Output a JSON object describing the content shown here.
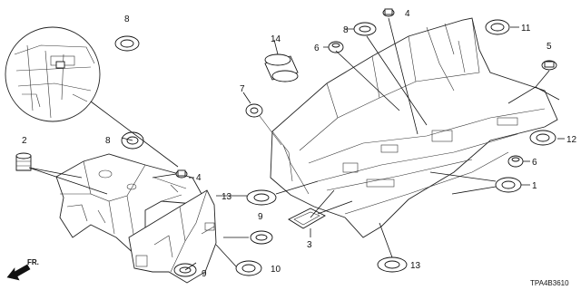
{
  "diagram": {
    "callouts": [
      {
        "id": "c1",
        "text": "1"
      },
      {
        "id": "c2",
        "text": "2"
      },
      {
        "id": "c3",
        "text": "3"
      },
      {
        "id": "c4a",
        "text": "4"
      },
      {
        "id": "c4b",
        "text": "4"
      },
      {
        "id": "c5",
        "text": "5"
      },
      {
        "id": "c6a",
        "text": "6"
      },
      {
        "id": "c6b",
        "text": "6"
      },
      {
        "id": "c7",
        "text": "7"
      },
      {
        "id": "c8a",
        "text": "8"
      },
      {
        "id": "c8b",
        "text": "8"
      },
      {
        "id": "c8c",
        "text": "8"
      },
      {
        "id": "c9a",
        "text": "9"
      },
      {
        "id": "c9b",
        "text": "9"
      },
      {
        "id": "c10",
        "text": "10"
      },
      {
        "id": "c11",
        "text": "11"
      },
      {
        "id": "c12",
        "text": "12"
      },
      {
        "id": "c13a",
        "text": "13"
      },
      {
        "id": "c13b",
        "text": "13"
      },
      {
        "id": "c14",
        "text": "14"
      }
    ],
    "direction_label": "FR.",
    "diagram_code": "TPA4B3610"
  }
}
